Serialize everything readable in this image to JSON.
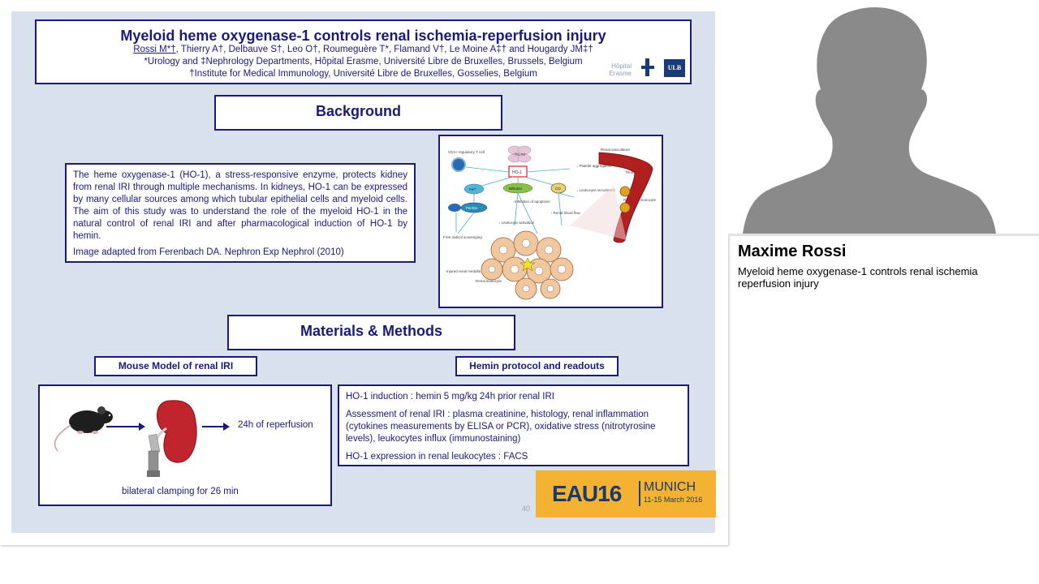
{
  "slide": {
    "title": "Myeloid heme oxygenase-1 controls renal ischemia-reperfusion injury",
    "authors_first": "Rossi M*†",
    "authors_rest": ", Thierry A†, Delbauve S†, Leo O†, Roumeguère T*, Flamand V†, Le Moine A‡† and Hougardy JM‡†",
    "affiliation_1": "*Urology and ‡Nephrology Departments, Hôpital Erasme, Université Libre de Bruxelles, Brussels, Belgium",
    "affiliation_2": "†Institute for Medical Immunology, Université Libre de Bruxelles, Gosselies, Belgium",
    "logo_hopital_line1": "Hôpital",
    "logo_hopital_line2": "Erasme",
    "logo_ulb": "ULB",
    "background_header": "Background",
    "background_text": "The heme oxygenase-1 (HO-1), a stress-responsive enzyme, protects kidney from renal IRI through multiple mechanisms. In kidneys, HO-1 can be expressed by many cellular sources among which tubular epithelial cells and myeloid cells. The aim of this study was to understand the role of the myeloid HO-1 in the natural control of renal IRI and after pharmacological induction of HO-1 by hemin.",
    "background_citation": "Image adapted from Ferenbach DA. Nephron Exp Nephrol (2010)",
    "methods_header": "Materials & Methods",
    "mouse_model_label": "Mouse Model of renal IRI",
    "reperfusion_text": "24h of reperfusion",
    "clamping_text": "bilateral clamping for 26 min",
    "hemin_label": "Hemin protocol and readouts",
    "hemin_items": [
      "HO-1 induction : hemin 5 mg/kg 24h prior renal IRI",
      "Assessment of renal IRI : plasma creatinine, histology, renal inflammation (cytokines measurements by ELISA or PCR), oxidative stress (nitrotyrosine levels), leukocytes influx (immunostaining)",
      "HO-1 expression in renal leukocytes : FACS"
    ],
    "figure_labels": {
      "cd4": "CD4+ regulatory T cell",
      "heme": "Heme",
      "ho1": "HO-1",
      "fe": "Fe²⁺",
      "biliverdin": "Bilirubin",
      "co": "CO",
      "ferritin": "Ferritin",
      "platelet": "↓ Platelet aggregation",
      "leukocyte_recruit": "↓ Leukocyte recruitment",
      "apoptosis": "Inhibition of apoptosis",
      "leukocyte_act": "↓ Leukocyte activation",
      "free_radical": "Free radical scavenging",
      "blood_flow": "↑ Renal blood flow",
      "vasculature": "Renal vasculature",
      "thrombus": "Thrombus",
      "recruited": "Recruited monocyte",
      "injured": "Injured renal medulla",
      "renal_leuk": "Renal leukocyte"
    },
    "eau_logo": "EAU16",
    "eau_city": "MUNICH",
    "eau_dates": "11-15 March 2016",
    "page_number": "40"
  },
  "speaker": {
    "name": "Maxime Rossi",
    "talk_title": "Myeloid heme oxygenase-1 controls renal ischemia reperfusion injury"
  },
  "colors": {
    "slide_bg": "#d9e2ec",
    "navy": "#1a1a7a",
    "eau_orange": "#f3b232",
    "silhouette": "#8a8a8a"
  }
}
